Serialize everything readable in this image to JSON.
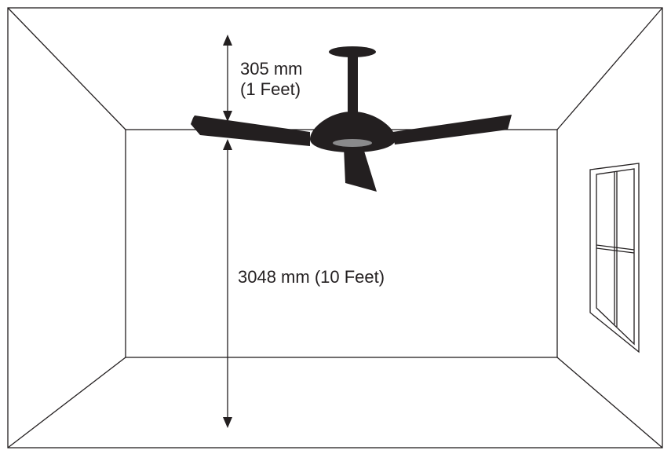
{
  "dimensions": {
    "fan_to_ceiling": {
      "line1": "305 mm",
      "line2": "(1 Feet)"
    },
    "fan_to_floor": {
      "text": "3048 mm (10 Feet)"
    }
  },
  "colors": {
    "ink": "#231f20",
    "fan_light": "#8a8a8c",
    "background": "#ffffff"
  },
  "icons": {
    "arrow_heads": "arrow-up-icon / arrow-down-icon",
    "fan": "ceiling-fan-icon",
    "window": "window-icon"
  }
}
